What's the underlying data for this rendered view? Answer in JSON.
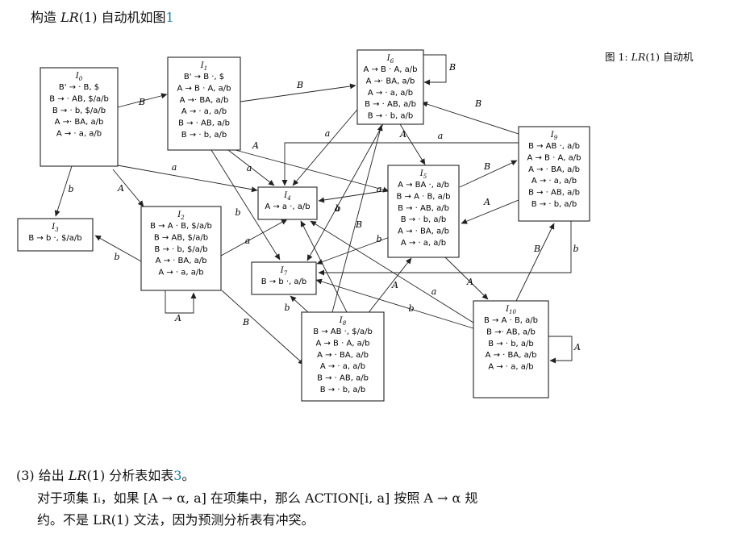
{
  "intro": {
    "prefix": "构造 ",
    "lr": "LR",
    "paren": "(1)",
    "middle": " 自动机如图",
    "ref": "1"
  },
  "caption": {
    "label": "图 1:",
    "lr": "LR",
    "paren": "(1)",
    "text": " 自动机"
  },
  "diagram": {
    "states": [
      {
        "id": "I0",
        "title": "I0",
        "items": [
          "B' → · B, $",
          "B → · AB, $/a/b",
          "B → · b, $/a/b",
          "A →· BA, a/b",
          "A → · a, a/b"
        ]
      },
      {
        "id": "I1",
        "title": "I1",
        "items": [
          "B' → B ·, $",
          "A → B · A, a/b",
          "A →· BA, a/b",
          "A → · a, a/b",
          "B → · AB, a/b",
          "B → · b, a/b"
        ]
      },
      {
        "id": "I2",
        "title": "I2",
        "items": [
          "B → A · B, $/a/b",
          "B → AB, $/a/b",
          "B → · b, $/a/b",
          "A → · BA, a/b",
          "A → · a, a/b"
        ]
      },
      {
        "id": "I3",
        "title": "I3",
        "items": [
          "B → b ·, $/a/b"
        ]
      },
      {
        "id": "I4",
        "title": "I4",
        "items": [
          "A → a ·, a/b"
        ]
      },
      {
        "id": "I5",
        "title": "I5",
        "items": [
          "A → BA ·, a/b",
          "B → A · B, a/b",
          "B → · AB, a/b",
          "B → · b, a/b",
          "A → · BA, a/b",
          "A → · a, a/b"
        ]
      },
      {
        "id": "I6",
        "title": "I6",
        "items": [
          "A → B · A, a/b",
          "A →· BA, a/b",
          "A → · a, a/b",
          "B → · AB, a/b",
          "B → · b, a/b"
        ]
      },
      {
        "id": "I7",
        "title": "I7",
        "items": [
          "B → b ·, a/b"
        ]
      },
      {
        "id": "I8",
        "title": "I8",
        "items": [
          "B → AB ·, $/a/b",
          "A → B · A, a/b",
          "A → · BA, a/b",
          "A → · a, a/b",
          "B → · AB, a/b",
          "B → · b, a/b"
        ]
      },
      {
        "id": "I9",
        "title": "I9",
        "items": [
          "B → AB ·, a/b",
          "A → B · A, a/b",
          "A → · BA, a/b",
          "A → · a, a/b",
          "B → · AB, a/b",
          "B → · b, a/b"
        ]
      },
      {
        "id": "I10",
        "title": "I10",
        "items": [
          "B → A · B, a/b",
          "B →· AB, a/b",
          "B → · b, a/b",
          "A → · BA, a/b",
          "A → · a, a/b"
        ]
      }
    ],
    "edges": [
      {
        "from": "I0",
        "to": "I1",
        "label": "B"
      },
      {
        "from": "I0",
        "to": "I2",
        "label": "A"
      },
      {
        "from": "I0",
        "to": "I3",
        "label": "b"
      },
      {
        "from": "I0",
        "to": "I4",
        "label": "a"
      },
      {
        "from": "I1",
        "to": "I6",
        "label": "B"
      },
      {
        "from": "I1",
        "to": "I5",
        "label": "A"
      },
      {
        "from": "I1",
        "to": "I4",
        "label": "a"
      },
      {
        "from": "I1",
        "to": "I7",
        "label": "b"
      },
      {
        "from": "I2",
        "to": "I8",
        "label": "B"
      },
      {
        "from": "I2",
        "to": "I2",
        "label": "A"
      },
      {
        "from": "I2",
        "to": "I3",
        "label": "b"
      },
      {
        "from": "I2",
        "to": "I4",
        "label": "a"
      },
      {
        "from": "I6",
        "to": "I6",
        "label": "B"
      },
      {
        "from": "I6",
        "to": "I5",
        "label": "A"
      },
      {
        "from": "I6",
        "to": "I4",
        "label": "a"
      },
      {
        "from": "I6",
        "to": "I7",
        "label": "b"
      },
      {
        "from": "I5",
        "to": "I9",
        "label": "B"
      },
      {
        "from": "I5",
        "to": "I10",
        "label": "A"
      },
      {
        "from": "I5",
        "to": "I4",
        "label": "a"
      },
      {
        "from": "I5",
        "to": "I7",
        "label": "b"
      },
      {
        "from": "I9",
        "to": "I6",
        "label": "B"
      },
      {
        "from": "I9",
        "to": "I5",
        "label": "A"
      },
      {
        "from": "I9",
        "to": "I4",
        "label": "a"
      },
      {
        "from": "I9",
        "to": "I7",
        "label": "b"
      },
      {
        "from": "I8",
        "to": "I6",
        "label": "B"
      },
      {
        "from": "I8",
        "to": "I5",
        "label": "A"
      },
      {
        "from": "I8",
        "to": "I4",
        "label": "a"
      },
      {
        "from": "I8",
        "to": "I7",
        "label": "b"
      },
      {
        "from": "I10",
        "to": "I9",
        "label": "B"
      },
      {
        "from": "I10",
        "to": "I10",
        "label": "A"
      },
      {
        "from": "I10",
        "to": "I4",
        "label": "a"
      },
      {
        "from": "I10",
        "to": "I7",
        "label": "b"
      }
    ]
  },
  "section3": {
    "line1": {
      "num": "(3)",
      "pre": "给出 ",
      "lr": "LR",
      "paren": "(1)",
      "mid": " 分析表如表",
      "ref": "3",
      "end": "。"
    },
    "line2": "对于项集 Iᵢ，如果 [A → α, a] 在项集中，那么 ACTION[i, a] 按照 A → α 规",
    "line3": "约。不是 LR(1) 文法，因为预测分析表有冲突。"
  }
}
